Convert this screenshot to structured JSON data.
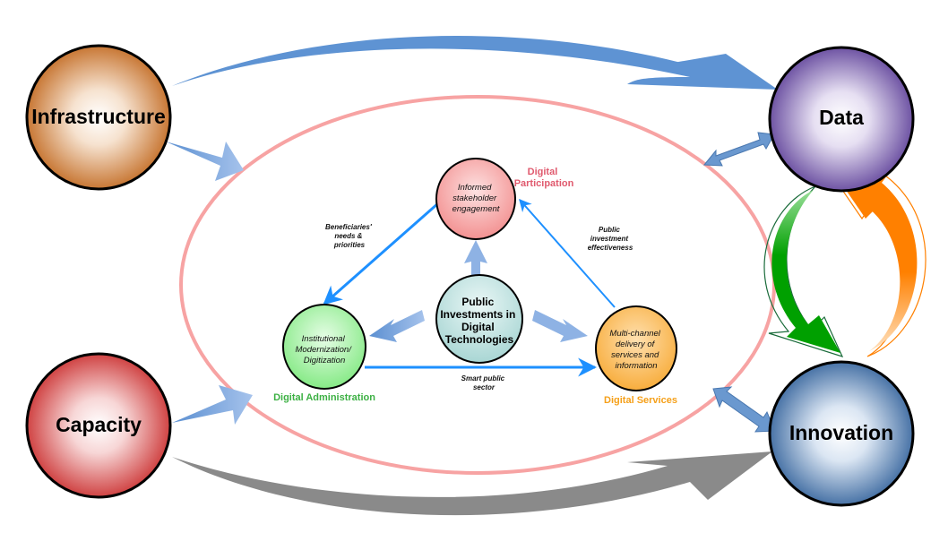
{
  "diagram": {
    "outer_nodes": [
      {
        "id": "infrastructure",
        "label": "Infrastructure",
        "color": "#c0651a"
      },
      {
        "id": "capacity",
        "label": "Capacity",
        "color": "#c92a2a"
      },
      {
        "id": "data",
        "label": "Data",
        "color": "#5a3c96"
      },
      {
        "id": "innovation",
        "label": "Innovation",
        "color": "#2f5f99"
      }
    ],
    "center": {
      "lines": [
        "Public",
        "Investments in",
        "Digital",
        "Technologies"
      ],
      "color": "#a9d6d4"
    },
    "inner_nodes": {
      "participation": {
        "lines": [
          "Informed",
          "stakeholder",
          "engagement"
        ],
        "pillar": [
          "Digital",
          "Participation"
        ],
        "color": "#f28b8b",
        "pillar_color": "#e05a6e"
      },
      "administration": {
        "lines": [
          "Institutional",
          "Modernization/",
          "Digitization"
        ],
        "pillar": [
          "Digital Administration"
        ],
        "color": "#7ee87e",
        "pillar_color": "#3cb043"
      },
      "services": {
        "lines": [
          "Multi-channel",
          "delivery of",
          "services and",
          "information"
        ],
        "pillar": [
          "Digital Services"
        ],
        "color": "#f7a933",
        "pillar_color": "#f5a01a"
      }
    },
    "edge_labels": {
      "beneficiaries": [
        "Beneficiaries'",
        "needs &",
        "priorities"
      ],
      "effectiveness": [
        "Public",
        "investment",
        "effectiveness"
      ],
      "smart": [
        "Smart public",
        "sector"
      ]
    },
    "colors": {
      "ellipse": "#f7a3a3",
      "blue_arrow": "#5b8fd1",
      "gray_arrow": "#8a8a8a",
      "green_cycle": "#00a000",
      "orange_cycle": "#ff8000",
      "link_blue": "#1e90ff"
    }
  }
}
